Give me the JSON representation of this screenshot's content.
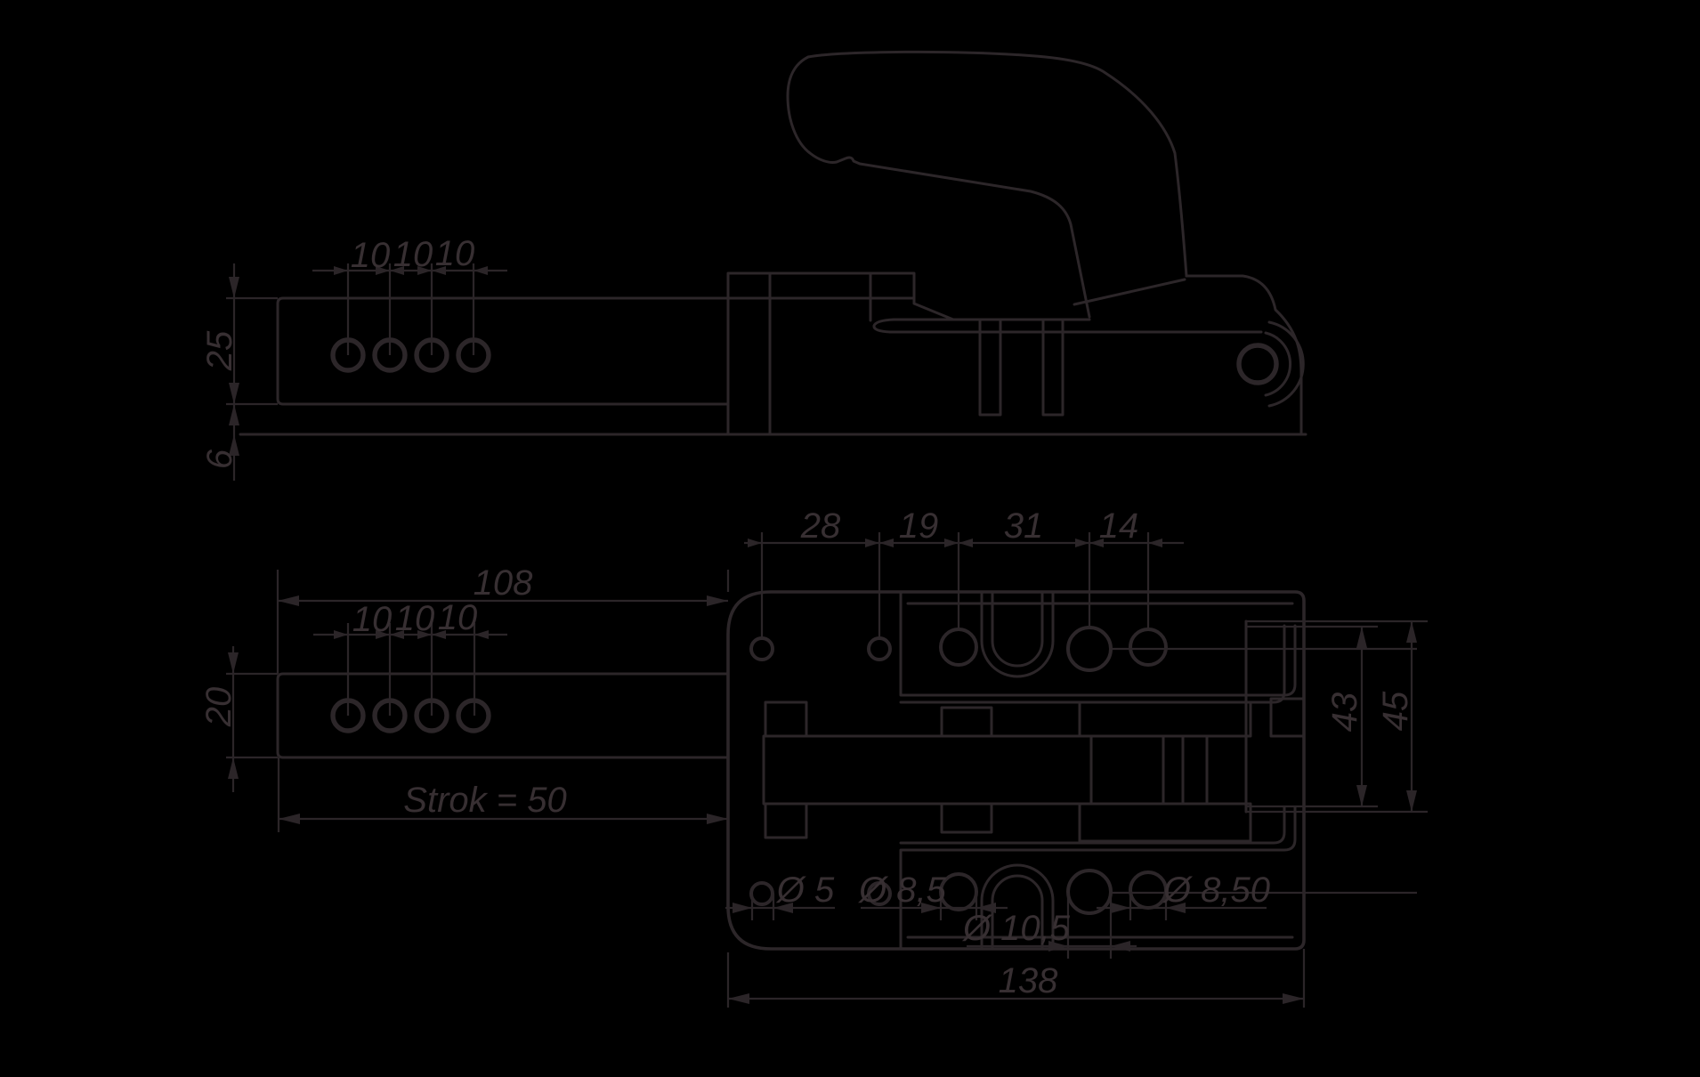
{
  "drawing": {
    "kind": "technical-drawing",
    "subject": "toggle clamp two-view dimensioned drawing",
    "colors": {
      "background": "#000000",
      "line": "#2c2629",
      "text": "#372f32"
    }
  },
  "dimensions": {
    "side_hole_pitch": [
      "10",
      "10",
      "10"
    ],
    "side_bar_height": "25",
    "side_plate_offset": "6",
    "plan_hole_pitch": [
      "10",
      "10",
      "10"
    ],
    "plan_bar_width": "20",
    "plan_bar_length": "108",
    "plan_stroke": "Strok = 50",
    "hole_chain": [
      "28",
      "19",
      "31",
      "14"
    ],
    "dia_small": "Ø 5",
    "dia_left": "Ø 8,5",
    "dia_center": "Ø 10,5",
    "dia_right": "Ø 8,50",
    "overall_length": "138",
    "bracket_inner_height": "43",
    "bracket_outer_height": "45"
  }
}
